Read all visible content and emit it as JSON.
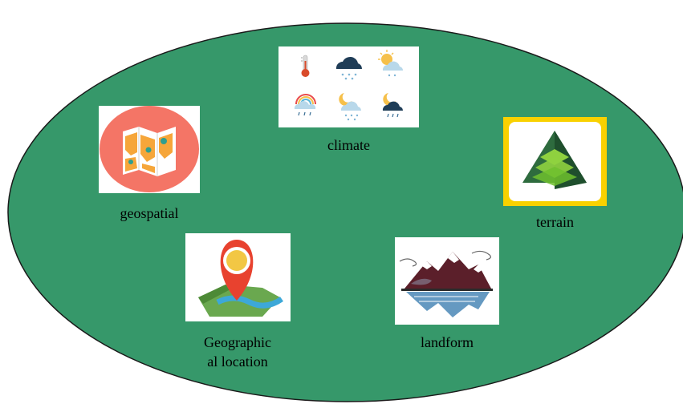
{
  "colors": {
    "ellipse_fill": "#36986A",
    "ellipse_stroke": "#1a1a1a",
    "label_text": "#000000"
  },
  "nodes": {
    "climate": {
      "label": "climate",
      "icon": "weather-icons-grid"
    },
    "geospatial": {
      "label": "geospatial",
      "icon": "folded-map-icon"
    },
    "terrain": {
      "label": "terrain",
      "icon": "green-mountain-app-icon"
    },
    "geographical_location": {
      "label_line1": "Geographic",
      "label_line2": "al location",
      "icon": "map-pin-icon"
    },
    "landform": {
      "label": "landform",
      "icon": "mountain-reflection-icon"
    }
  }
}
